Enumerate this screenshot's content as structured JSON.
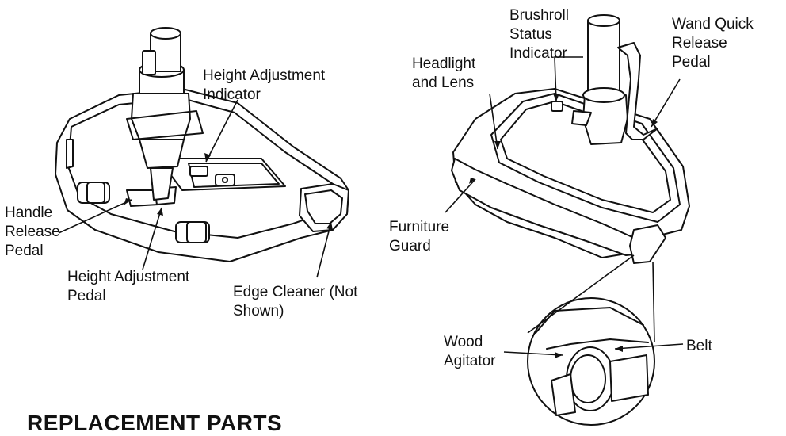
{
  "labels": {
    "height_adj_indicator": "Height Adjustment\nIndicator",
    "handle_release": "Handle\nRelease\nPedal",
    "height_adj_pedal": "Height Adjustment\nPedal",
    "edge_cleaner": "Edge Cleaner (Not\nShown)",
    "headlight": "Headlight\nand Lens",
    "brushroll": "Brushroll\nStatus\nIndicator",
    "wand_release": "Wand Quick\nRelease\nPedal",
    "furniture_guard": "Furniture\nGuard",
    "wood_agitator": "Wood\nAgitator",
    "belt": "Belt"
  },
  "heading": "REPLACEMENT PARTS"
}
